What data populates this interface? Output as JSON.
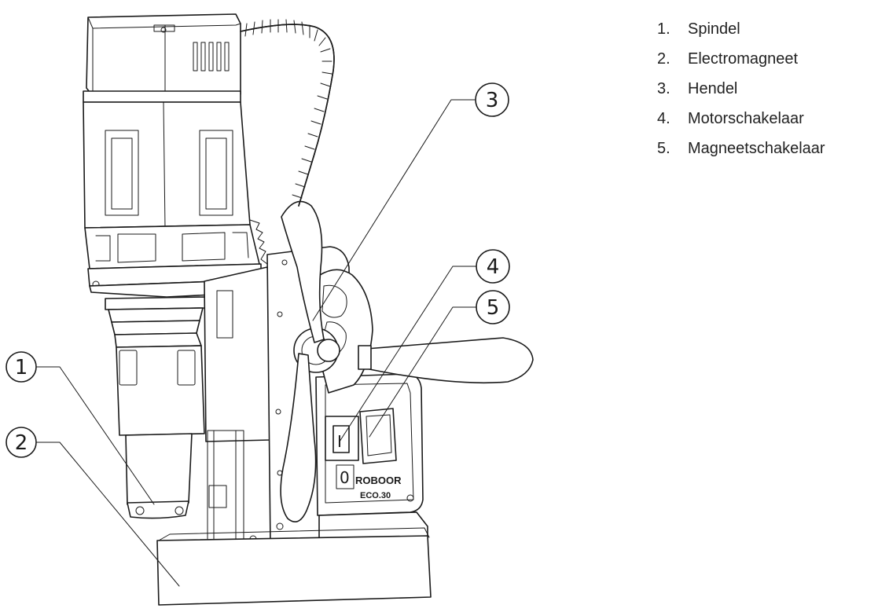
{
  "callouts": [
    {
      "number": "1",
      "label": "Spindel"
    },
    {
      "number": "2",
      "label": "Electromagneet"
    },
    {
      "number": "3",
      "label": "Hendel"
    },
    {
      "number": "4",
      "label": "Motorschakelaar"
    },
    {
      "number": "5",
      "label": "Magneetschakelaar"
    }
  ],
  "legend": [
    {
      "num": "1.",
      "label": "Spindel"
    },
    {
      "num": "2.",
      "label": "Electromagneet"
    },
    {
      "num": "3.",
      "label": "Hendel"
    },
    {
      "num": "4.",
      "label": "Motorschakelaar"
    },
    {
      "num": "5.",
      "label": "Magneetschakelaar"
    }
  ],
  "machine": {
    "brand_text": "ROBOOR",
    "model_text": "ECO.30",
    "switch_on_glyph": "I",
    "switch_off_glyph": "0"
  }
}
